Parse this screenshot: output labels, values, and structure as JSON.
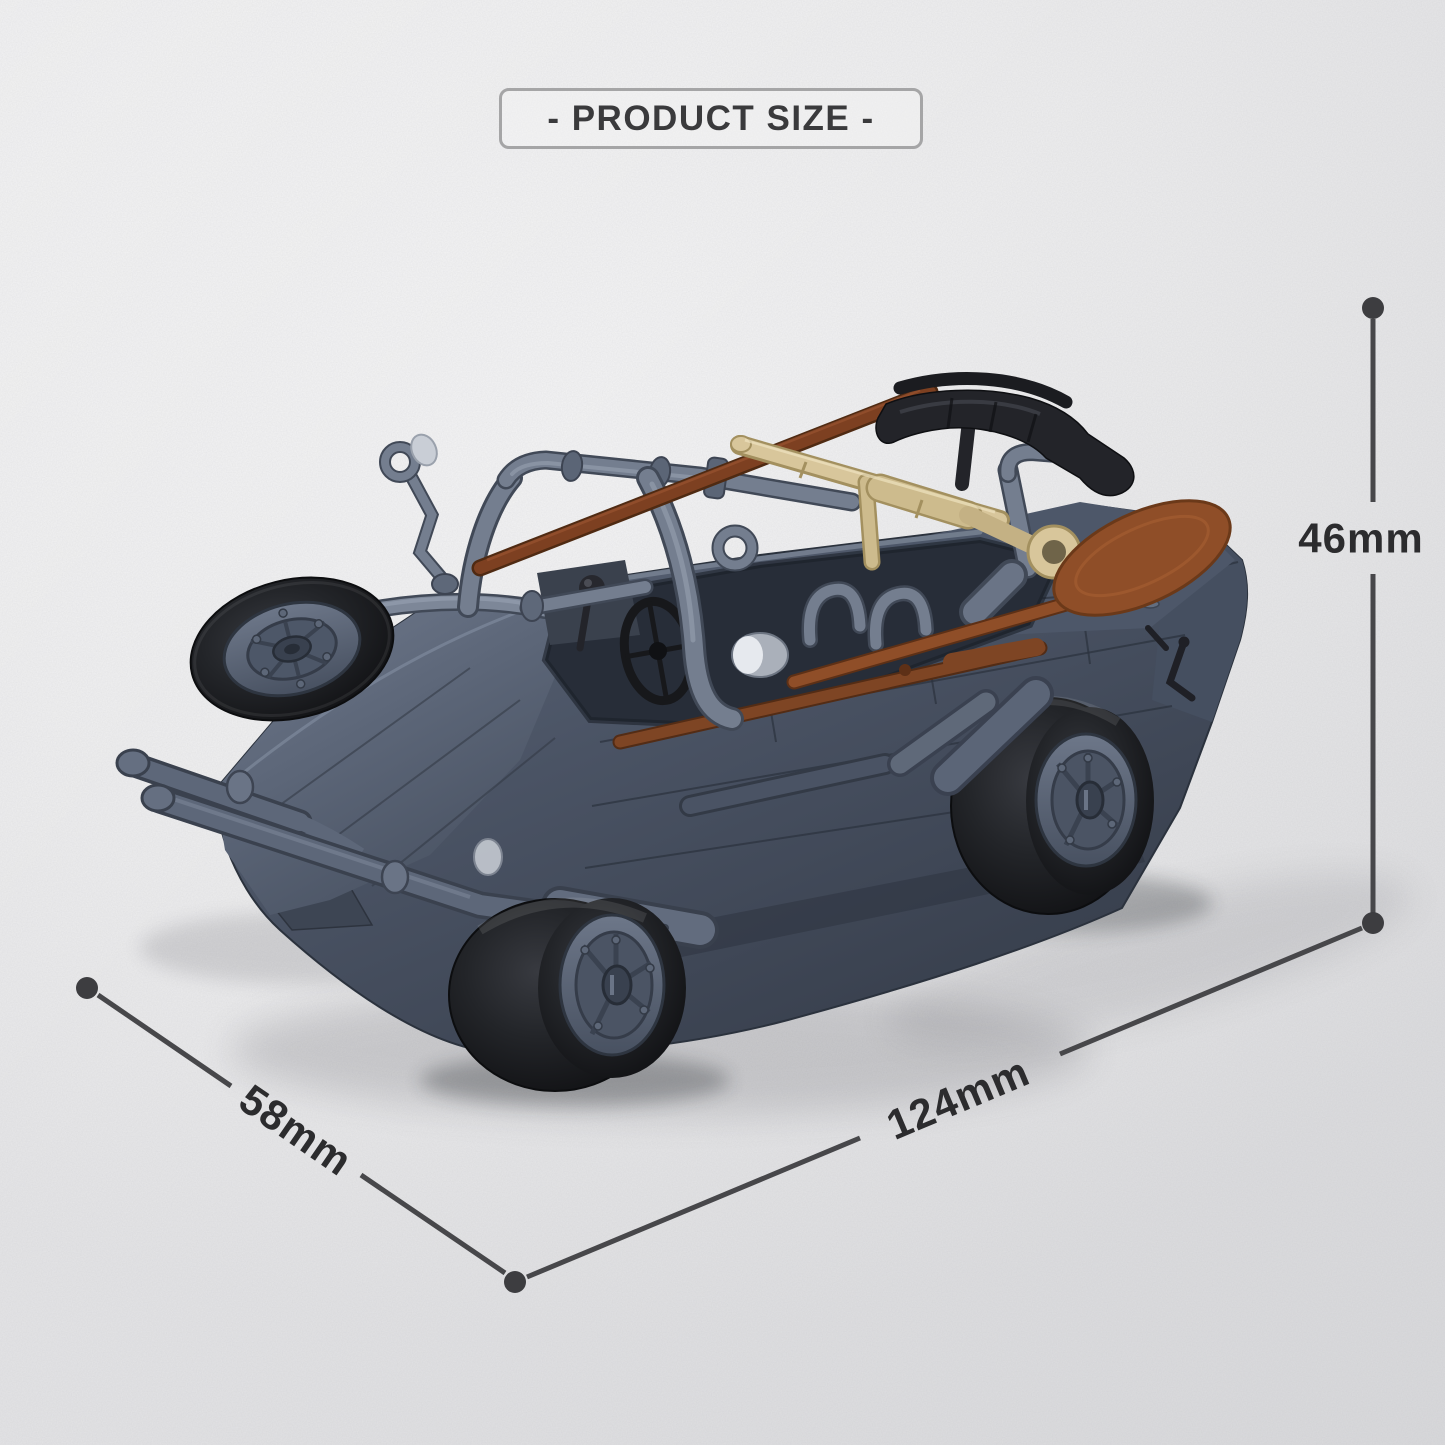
{
  "title": "- PRODUCT SIZE -",
  "dimensions": {
    "height": {
      "label": "46mm",
      "value": 46,
      "unit": "mm"
    },
    "length": {
      "label": "124mm",
      "value": 124,
      "unit": "mm"
    },
    "width": {
      "label": "58mm",
      "value": 58,
      "unit": "mm"
    }
  },
  "illustration": {
    "subject": "Gray brick-built open-top amphibious military vehicle model (Schwimmwagen style) shown in three-quarter view",
    "accessories": [
      "spare tire on hood",
      "rear-view mirror",
      "tubular windshield and roll-bar frame",
      "steering wheel",
      "tan rifle",
      "black submachine gun",
      "brown rifle",
      "wooden paddle",
      "front bumper bars"
    ]
  },
  "colors": {
    "background": "#f0f0f1",
    "title_text": "#3a3a3c",
    "title_border": "#a5a5a6",
    "dimension_line": "#47474a",
    "dimension_text": "#2c2c2e",
    "body_gray": "#5a6477",
    "body_dark": "#3a4150",
    "body_light": "#7b8596",
    "tire_black": "#17181b",
    "hub_gray": "#4e586a",
    "rifle_tan": "#d8c69b",
    "wood_brown": "#8a4a26",
    "gun_black": "#202126",
    "chrome": "#c9ced6"
  }
}
